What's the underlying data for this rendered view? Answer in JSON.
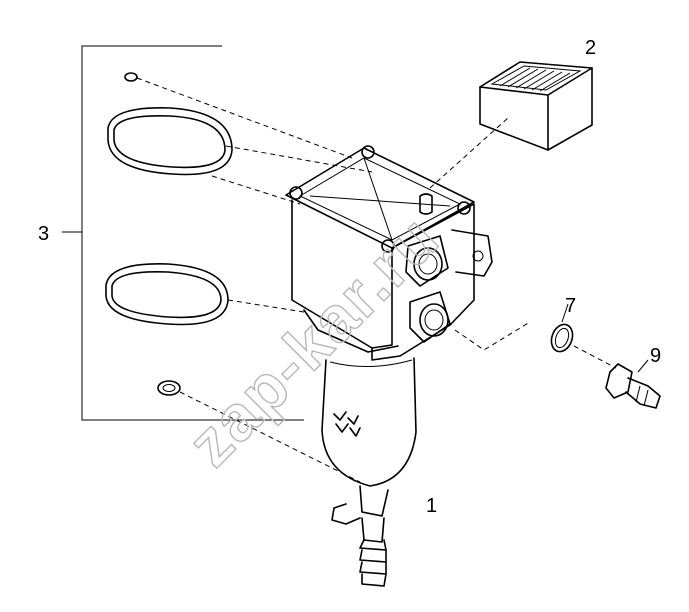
{
  "callouts": {
    "part_1": "1",
    "part_2": "2",
    "part_3": "3",
    "part_7": "7",
    "part_9": "9"
  },
  "watermark": "zap-kar.ru",
  "colors": {
    "line": "#000000",
    "background": "#ffffff",
    "watermark": "#b8b8b8"
  }
}
